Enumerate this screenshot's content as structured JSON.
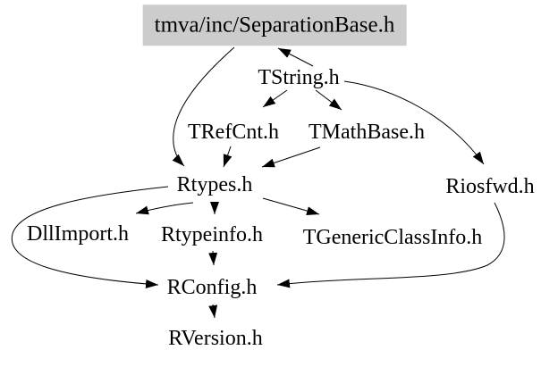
{
  "diagram": {
    "kind": "include-dependency-graph",
    "root_highlight_color": "#cccccc",
    "edge_color": "#000000",
    "text_color": "#000000",
    "background_color": "#ffffff"
  },
  "nodes": [
    {
      "id": "root",
      "label": "tmva/inc/SeparationBase.h"
    },
    {
      "id": "tstring",
      "label": "TString.h"
    },
    {
      "id": "trefcnt",
      "label": "TRefCnt.h"
    },
    {
      "id": "tmathbase",
      "label": "TMathBase.h"
    },
    {
      "id": "rtypes",
      "label": "Rtypes.h"
    },
    {
      "id": "riosfwd",
      "label": "Riosfwd.h"
    },
    {
      "id": "dllimport",
      "label": "DllImport.h"
    },
    {
      "id": "rtypeinfo",
      "label": "Rtypeinfo.h"
    },
    {
      "id": "tgenericclassinfo",
      "label": "TGenericClassInfo.h"
    },
    {
      "id": "rconfig",
      "label": "RConfig.h"
    },
    {
      "id": "rversion",
      "label": "RVersion.h"
    }
  ],
  "edges": [
    {
      "from": "tstring",
      "to": "root"
    },
    {
      "from": "root",
      "to": "rtypes"
    },
    {
      "from": "tstring",
      "to": "trefcnt"
    },
    {
      "from": "tstring",
      "to": "tmathbase"
    },
    {
      "from": "tstring",
      "to": "riosfwd"
    },
    {
      "from": "trefcnt",
      "to": "rtypes"
    },
    {
      "from": "tmathbase",
      "to": "rtypes"
    },
    {
      "from": "rtypes",
      "to": "dllimport"
    },
    {
      "from": "rtypes",
      "to": "rtypeinfo"
    },
    {
      "from": "rtypes",
      "to": "tgenericclassinfo"
    },
    {
      "from": "rtypes",
      "to": "rconfig"
    },
    {
      "from": "rtypeinfo",
      "to": "rconfig"
    },
    {
      "from": "riosfwd",
      "to": "rconfig"
    },
    {
      "from": "rconfig",
      "to": "rversion"
    }
  ]
}
